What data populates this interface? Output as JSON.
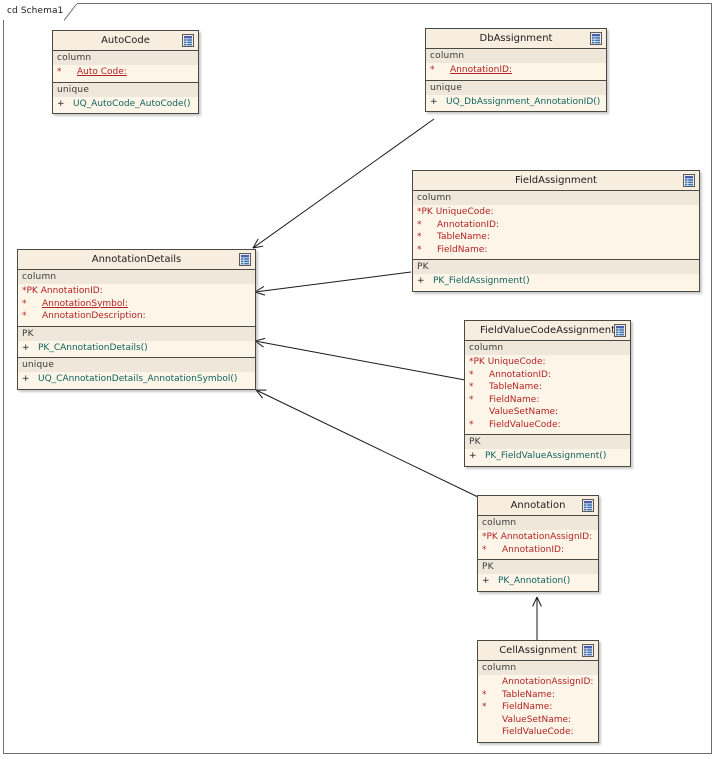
{
  "diagram": {
    "frame_label": "cd Schema1",
    "type": "uml-class-diagram",
    "colors": {
      "box_fill": "#fdf5e8",
      "title_fill": "#f7eedf",
      "section_fill": "#efe8da",
      "border": "#4a4a43",
      "attribute_text": "#b22222",
      "operation_text": "#11635c",
      "title_text": "#1d1d1d",
      "canvas": "#ffffff"
    },
    "section_labels": {
      "column": "column",
      "unique": "unique",
      "pk": "PK"
    },
    "markers": {
      "required": "*",
      "pk": "*PK",
      "public": "+"
    }
  },
  "classes": [
    {
      "id": "autocode",
      "name": "AutoCode",
      "icon": "table-icon",
      "compartments": [
        {
          "label": "column",
          "rows": [
            {
              "mark": "*",
              "text": "Auto Code:",
              "underline": true,
              "indent": true
            }
          ]
        },
        {
          "label": "unique",
          "rows": [
            {
              "vis": "+",
              "text": "UQ_AutoCode_AutoCode()",
              "kind": "operation"
            }
          ]
        }
      ]
    },
    {
      "id": "dbassignment",
      "name": "DbAssignment",
      "icon": "table-icon",
      "compartments": [
        {
          "label": "column",
          "rows": [
            {
              "mark": "*",
              "text": "AnnotationID:",
              "underline": true,
              "indent": true
            }
          ]
        },
        {
          "label": "unique",
          "rows": [
            {
              "vis": "+",
              "text": "UQ_DbAssignment_AnnotationID()",
              "kind": "operation"
            }
          ]
        }
      ]
    },
    {
      "id": "fieldassignment",
      "name": "FieldAssignment",
      "icon": "table-icon",
      "compartments": [
        {
          "label": "column",
          "rows": [
            {
              "pk": "*PK",
              "text": "UniqueCode:"
            },
            {
              "mark": "*",
              "text": "AnnotationID:",
              "indent": true
            },
            {
              "mark": "*",
              "text": "TableName:",
              "indent": true
            },
            {
              "mark": "*",
              "text": "FieldName:",
              "indent": true
            }
          ]
        },
        {
          "label": "PK",
          "rows": [
            {
              "vis": "+",
              "text": "PK_FieldAssignment()",
              "kind": "operation"
            }
          ]
        }
      ]
    },
    {
      "id": "annotationdetails",
      "name": "AnnotationDetails",
      "icon": "table-icon",
      "compartments": [
        {
          "label": "column",
          "rows": [
            {
              "pk": "*PK",
              "text": "AnnotationID:"
            },
            {
              "mark": "*",
              "text": "AnnotationSymbol:",
              "underline": true,
              "indent": true
            },
            {
              "mark": "*",
              "text": "AnnotationDescription:",
              "indent": true
            }
          ]
        },
        {
          "label": "PK",
          "rows": [
            {
              "vis": "+",
              "text": "PK_CAnnotationDetails()",
              "kind": "operation"
            }
          ]
        },
        {
          "label": "unique",
          "rows": [
            {
              "vis": "+",
              "text": "UQ_CAnnotationDetails_AnnotationSymbol()",
              "kind": "operation"
            }
          ]
        }
      ]
    },
    {
      "id": "fieldvaluecodeassignment",
      "name": "FieldValueCodeAssignment",
      "icon": "table-icon",
      "compartments": [
        {
          "label": "column",
          "rows": [
            {
              "pk": "*PK",
              "text": "UniqueCode:"
            },
            {
              "mark": "*",
              "text": "AnnotationID:",
              "indent": true
            },
            {
              "mark": "*",
              "text": "TableName:",
              "indent": true
            },
            {
              "mark": "*",
              "text": "FieldName:",
              "indent": true
            },
            {
              "mark": "",
              "text": "ValueSetName:",
              "indent": true
            },
            {
              "mark": "*",
              "text": "FieldValueCode:",
              "indent": true
            }
          ]
        },
        {
          "label": "PK",
          "rows": [
            {
              "vis": "+",
              "text": "PK_FieldValueAssignment()",
              "kind": "operation"
            }
          ]
        }
      ]
    },
    {
      "id": "annotation",
      "name": "Annotation",
      "icon": "table-icon",
      "compartments": [
        {
          "label": "column",
          "rows": [
            {
              "pk": "*PK",
              "text": "AnnotationAssignID:"
            },
            {
              "mark": "*",
              "text": "AnnotationID:",
              "indent": true
            }
          ]
        },
        {
          "label": "PK",
          "rows": [
            {
              "vis": "+",
              "text": "PK_Annotation()",
              "kind": "operation"
            }
          ]
        }
      ]
    },
    {
      "id": "cellassignment",
      "name": "CellAssignment",
      "icon": "table-icon",
      "compartments": [
        {
          "label": "column",
          "rows": [
            {
              "mark": "",
              "text": "AnnotationAssignID:",
              "indent": true
            },
            {
              "mark": "*",
              "text": "TableName:",
              "indent": true
            },
            {
              "mark": "*",
              "text": "FieldName:",
              "indent": true
            },
            {
              "mark": "",
              "text": "ValueSetName:",
              "indent": true
            },
            {
              "mark": "",
              "text": "FieldValueCode:",
              "indent": true
            }
          ]
        }
      ]
    }
  ],
  "relationships": [
    {
      "from": "dbassignment",
      "to": "annotationdetails",
      "kind": "association-arrow"
    },
    {
      "from": "fieldassignment",
      "to": "annotationdetails",
      "kind": "association-arrow"
    },
    {
      "from": "fieldvaluecodeassignment",
      "to": "annotationdetails",
      "kind": "association-arrow"
    },
    {
      "from": "annotation",
      "to": "annotationdetails",
      "kind": "association-arrow"
    },
    {
      "from": "cellassignment",
      "to": "annotation",
      "kind": "association-arrow"
    }
  ]
}
